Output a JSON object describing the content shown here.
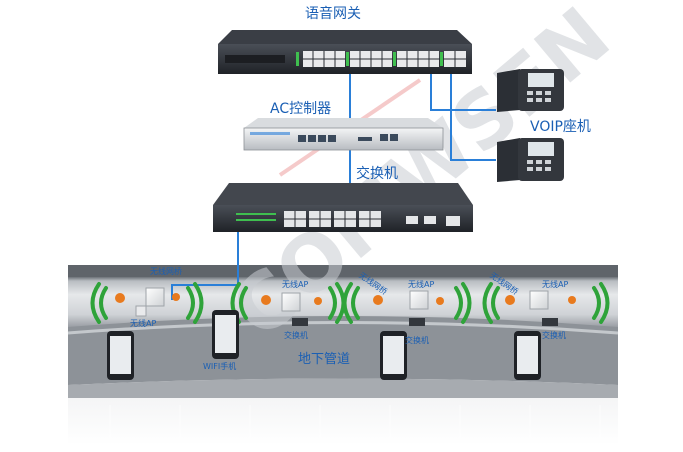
{
  "colors": {
    "link_blue": "#2a7fd8",
    "label_blue": "#1a5fb4",
    "device_dark": "#2b2f35",
    "tunnel_gray": "#8a8f96",
    "wifi_green": "#2fa33a",
    "watermark_gray": "#c9cdd2",
    "watermark_red": "#e06060"
  },
  "labels": {
    "voice_gateway": "语音网关",
    "ac_controller": "AC控制器",
    "core_switch": "交换机",
    "voip_phone": "VOIP座机",
    "tunnel": "地下管道",
    "wifi_phone": "WIFI手机"
  },
  "watermark": "COMWSEN",
  "cells": [
    {
      "bridge": "无线网桥",
      "ap_top": "",
      "ap_bottom": "无线AP",
      "switch": ""
    },
    {
      "bridge": "",
      "ap_top": "无线AP",
      "ap_bottom": "",
      "switch": "交换机"
    },
    {
      "bridge": "无线网桥",
      "ap_top": "无线AP",
      "ap_bottom": "",
      "switch": "交换机"
    },
    {
      "bridge": "无线网桥",
      "ap_top": "无线AP",
      "ap_bottom": "",
      "switch": "交换机"
    }
  ],
  "icons": {
    "wifi_wave": "wifi-wave-icon",
    "phone": "desk-phone-icon",
    "smartphone": "smartphone-icon"
  }
}
